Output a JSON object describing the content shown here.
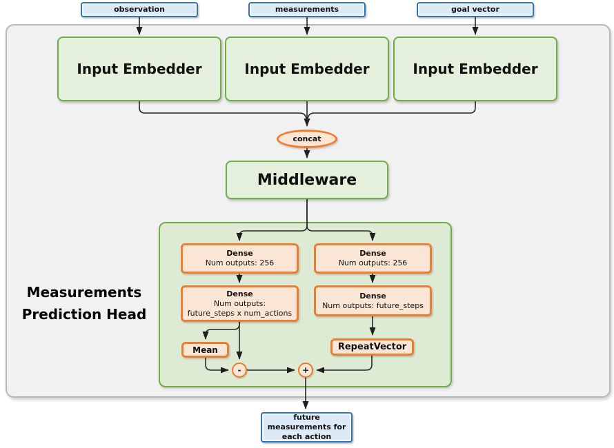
{
  "colors": {
    "green_border": "#70AD47",
    "green_fill": "#E4F0DB",
    "container_fill": "#DEEBD4",
    "orange_border": "#ED7D31",
    "orange_fill": "#FBE5D5",
    "blue_border": "#2E75B6",
    "blue_fill": "#DCE9F7",
    "panel_fill": "#F1F1F1",
    "line": "#262626"
  },
  "inputs": [
    {
      "label": "observation"
    },
    {
      "label": "measurements"
    },
    {
      "label": "goal vector"
    }
  ],
  "embedders": [
    {
      "label": "Input Embedder"
    },
    {
      "label": "Input Embedder"
    },
    {
      "label": "Input Embedder"
    }
  ],
  "concat": {
    "label": "concat"
  },
  "middleware": {
    "label": "Middleware"
  },
  "head": {
    "title": "Measurements Prediction Head",
    "left": {
      "dense1": {
        "name": "Dense",
        "detail": "Num outputs: 256"
      },
      "dense2": {
        "name": "Dense",
        "detail": "Num outputs:",
        "detail2": "future_steps x num_actions"
      },
      "mean_label": "Mean",
      "operator": "-"
    },
    "right": {
      "dense1": {
        "name": "Dense",
        "detail": "Num outputs: 256"
      },
      "dense2": {
        "name": "Dense",
        "detail": "Num outputs: future_steps"
      },
      "repeat_label": "RepeatVector",
      "operator": "+"
    }
  },
  "output": {
    "label": "future measurements for each action"
  }
}
